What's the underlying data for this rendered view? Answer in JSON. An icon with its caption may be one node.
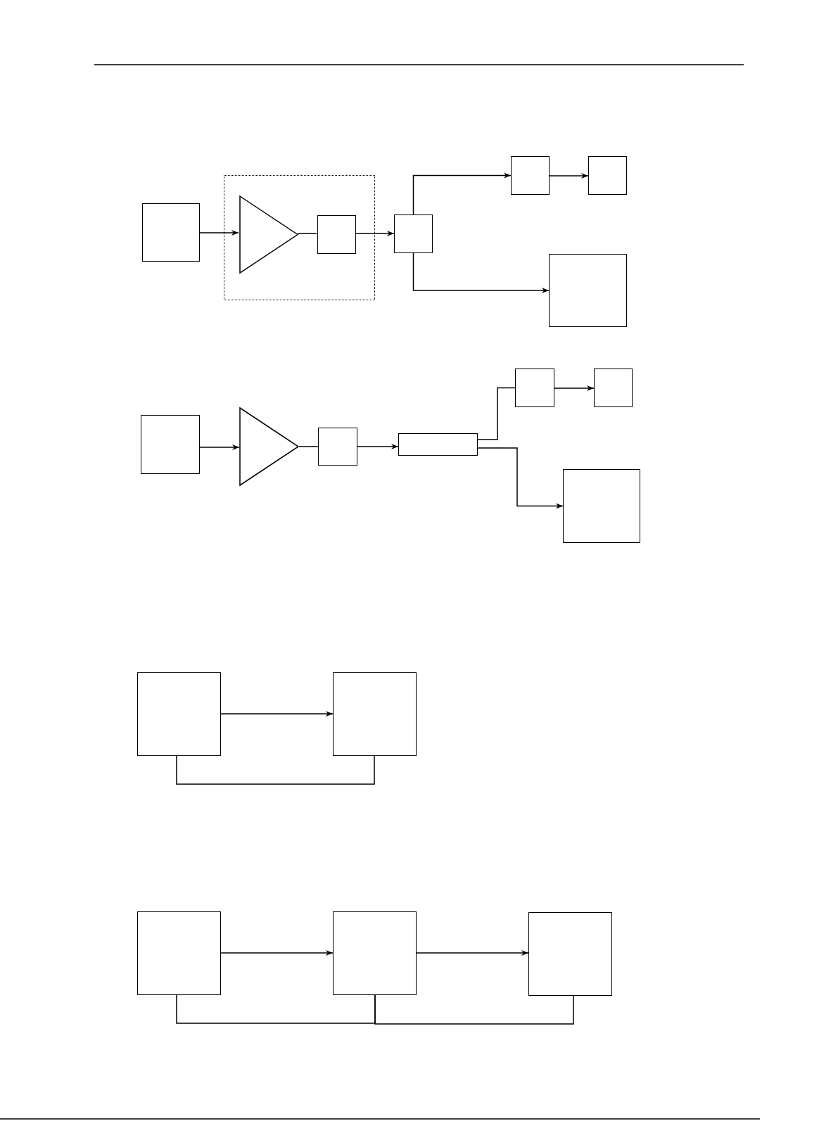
{
  "diagram": {
    "nodes": [
      {
        "text": [],
        "shape": "box"
      },
      {
        "text": [],
        "shape": "dotted-box"
      },
      {
        "text": [],
        "shape": "triangle",
        "in": 1
      },
      {
        "text": [],
        "shape": "box",
        "in": 1
      },
      {
        "text": [],
        "shape": "box"
      },
      {
        "text": [],
        "shape": "box"
      },
      {
        "text": [],
        "shape": "box"
      },
      {
        "text": [],
        "shape": "box"
      },
      {
        "text": [],
        "shape": "box"
      },
      {
        "text": [],
        "shape": "triangle"
      },
      {
        "text": [],
        "shape": "box"
      },
      {
        "text": [],
        "shape": "bar"
      },
      {
        "text": [],
        "shape": "box"
      },
      {
        "text": [],
        "shape": "box"
      },
      {
        "text": [],
        "shape": "box"
      },
      {
        "text": [],
        "shape": "box"
      },
      {
        "text": [],
        "shape": "box"
      },
      {
        "text": [],
        "shape": "box"
      },
      {
        "text": [],
        "shape": "box"
      },
      {
        "text": [],
        "shape": "box"
      }
    ],
    "edges": [
      {
        "from": 0,
        "to": 2,
        "arrow": "to"
      },
      {
        "from": 2,
        "to": 3,
        "arrow": "none"
      },
      {
        "from": 3,
        "to": 4,
        "arrow": "to"
      },
      {
        "from": 4,
        "to": 5,
        "arrow": "to"
      },
      {
        "from": 5,
        "to": 6,
        "arrow": "to"
      },
      {
        "from": 4,
        "to": 7,
        "arrow": "to"
      },
      {
        "from": 8,
        "to": 9,
        "arrow": "to"
      },
      {
        "from": 9,
        "to": 10,
        "arrow": "none"
      },
      {
        "from": 10,
        "to": 11,
        "arrow": "to"
      },
      {
        "from": 11,
        "to": 12,
        "arrow": "none"
      },
      {
        "from": 12,
        "to": 13,
        "arrow": "to"
      },
      {
        "from": 11,
        "to": 14,
        "arrow": "to"
      },
      {
        "from": 15,
        "to": 16,
        "arrow": "to"
      },
      {
        "from": 15,
        "to": 16,
        "arrow": "none"
      },
      {
        "from": 17,
        "to": 18,
        "arrow": "to"
      },
      {
        "from": 18,
        "to": 19,
        "arrow": "to"
      },
      {
        "from": 17,
        "to": 18,
        "arrow": "none"
      },
      {
        "from": 18,
        "to": 19,
        "arrow": "none"
      }
    ]
  }
}
